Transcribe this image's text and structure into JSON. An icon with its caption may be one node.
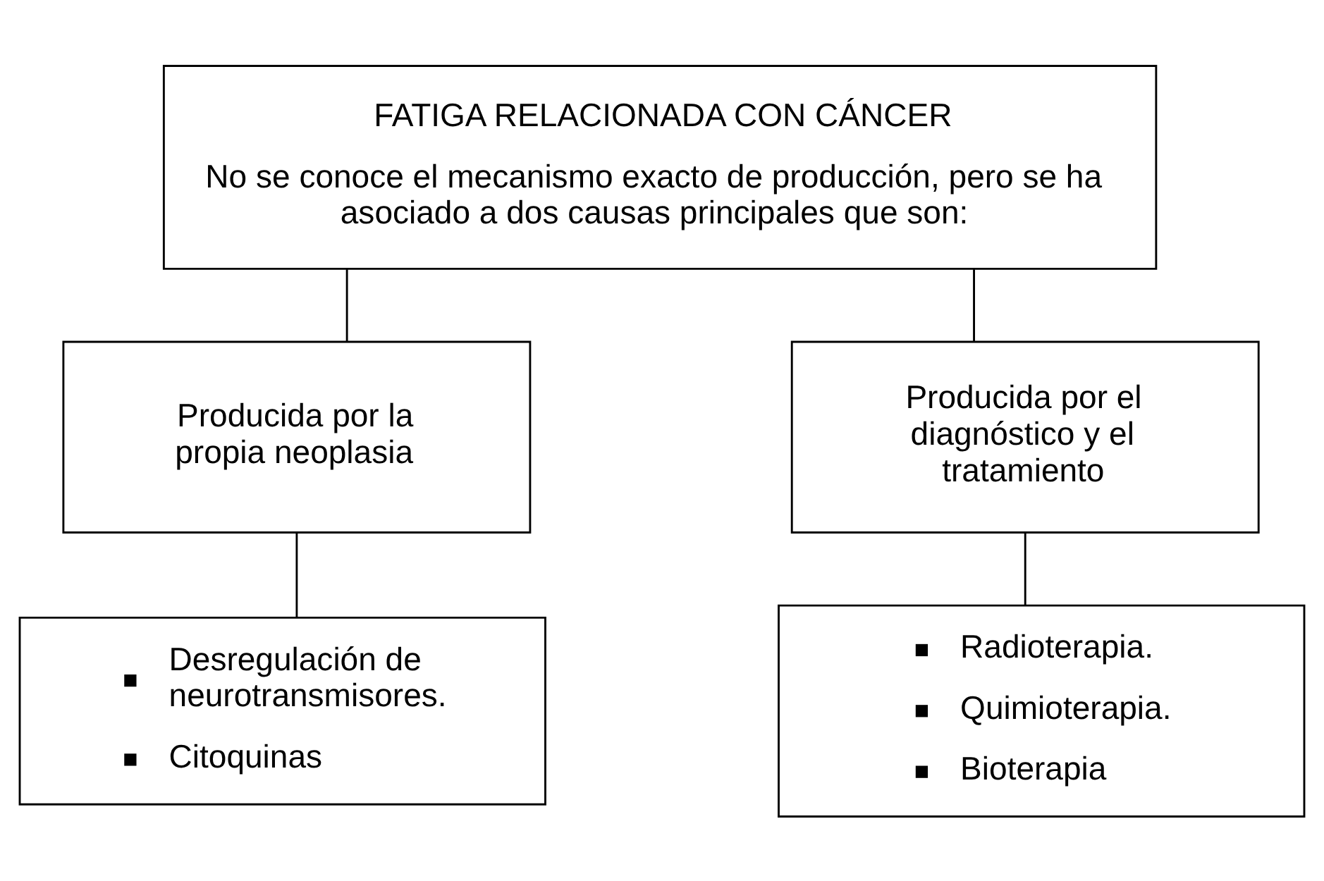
{
  "diagram": {
    "nodes": [
      {
        "text": [
          "FATIGA RELACIONADA CON CÁNCER",
          "No se conoce el mecanismo exacto de producción, pero se ha asociado a dos causas principales que son:"
        ]
      },
      {
        "text": [
          "Producida por la propia neoplasia"
        ]
      },
      {
        "text": [
          "Producida por el diagnóstico y el tratamiento"
        ]
      },
      {
        "text": [
          "Desregulación de neurotransmisores.",
          "Citoquinas"
        ]
      },
      {
        "text": [
          "Radioterapia.",
          "Quimioterapia.",
          "Bioterapia"
        ]
      }
    ],
    "edges": [
      {
        "from": 0,
        "to": 1,
        "arrow": "none"
      },
      {
        "from": 0,
        "to": 2,
        "arrow": "none"
      },
      {
        "from": 1,
        "to": 3,
        "arrow": "none"
      },
      {
        "from": 2,
        "to": 4,
        "arrow": "none"
      }
    ]
  }
}
